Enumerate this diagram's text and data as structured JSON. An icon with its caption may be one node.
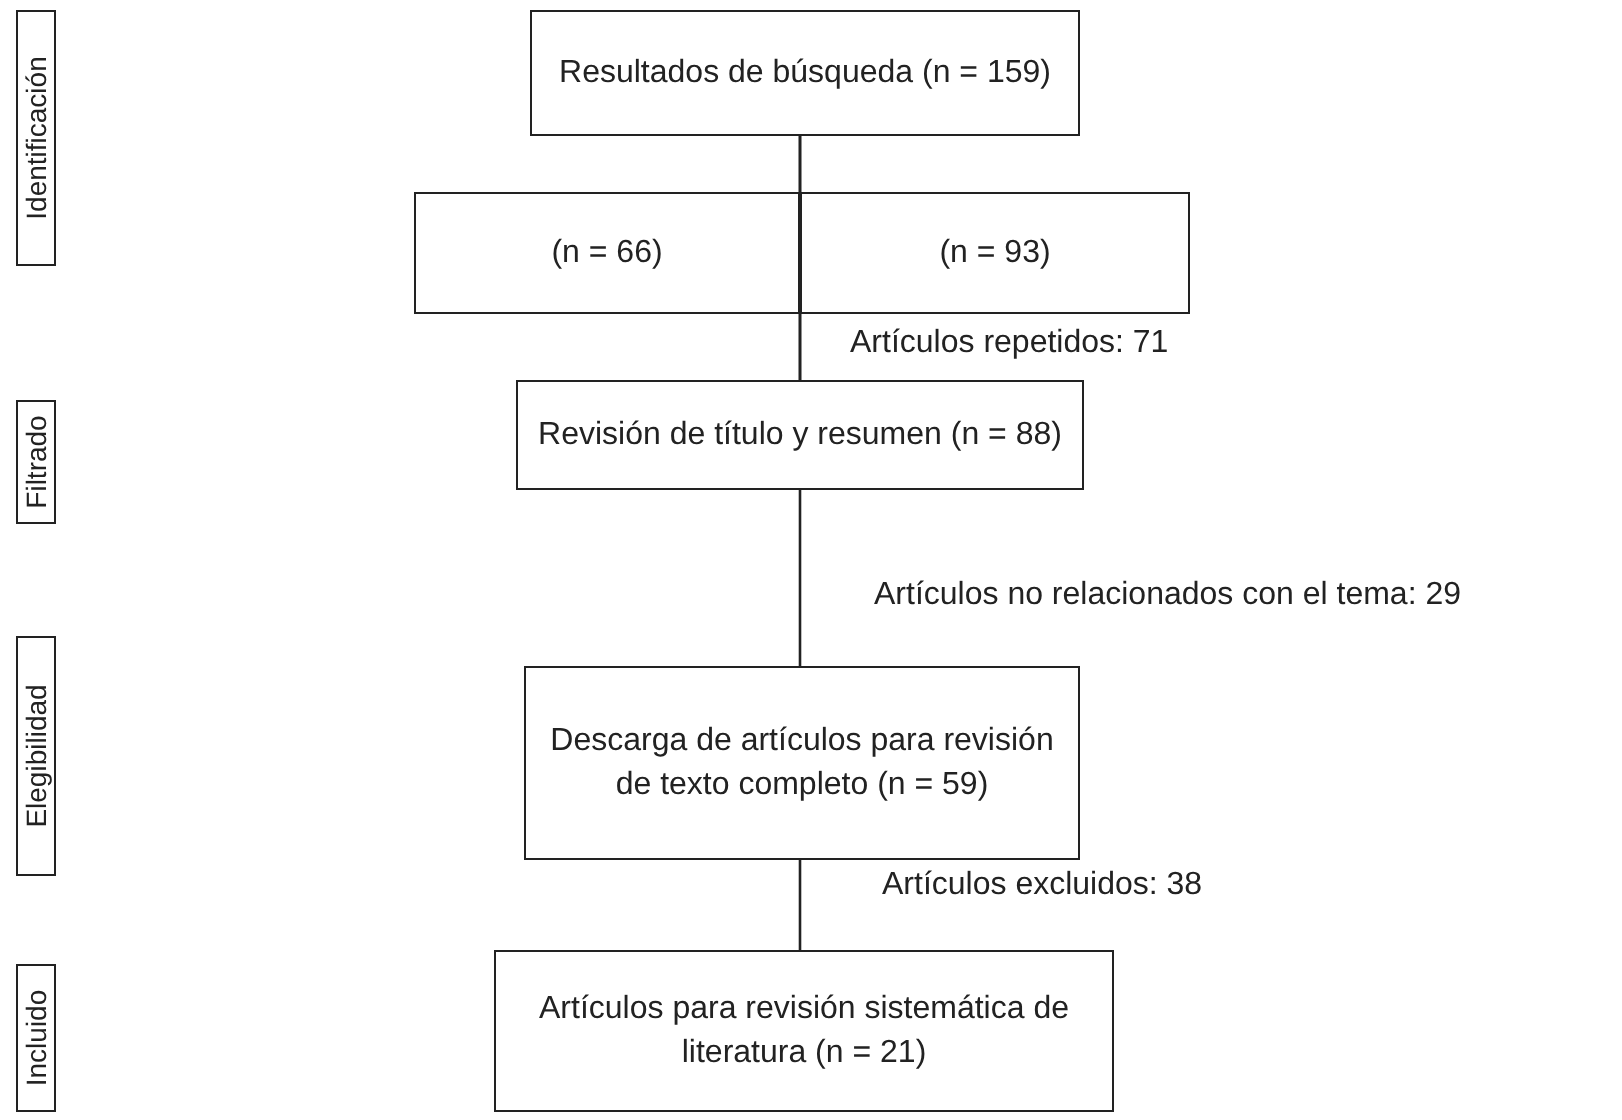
{
  "diagram": {
    "nodes": [
      {
        "text": [
          "Identificación"
        ]
      },
      {
        "text": [
          "Filtrado"
        ]
      },
      {
        "text": [
          "Elegibilidad"
        ]
      },
      {
        "text": [
          "Incluido"
        ]
      },
      {
        "text": [
          "Resultados de búsqueda (n = 159)"
        ]
      },
      {
        "text": [
          "(n = 66)"
        ]
      },
      {
        "text": [
          "(n = 93)"
        ]
      },
      {
        "text": [
          "Revisión de título y resumen (n = 88)"
        ]
      },
      {
        "text": [
          "Descarga de artículos para revisión de texto completo (n = 59)"
        ]
      },
      {
        "text": [
          "Artículos para revisión sistemática de literatura (n = 21)"
        ]
      }
    ],
    "edges": [
      {
        "from": 4,
        "to": 5,
        "arrow": "none"
      },
      {
        "from": 4,
        "to": 6,
        "arrow": "none"
      },
      {
        "from": 5,
        "to": 7,
        "arrow": "none"
      },
      {
        "from": 6,
        "to": 7,
        "arrow": "none"
      },
      {
        "from": 7,
        "to": 8,
        "arrow": "none"
      },
      {
        "from": 8,
        "to": 9,
        "arrow": "none"
      }
    ],
    "labels": [
      "Artículos repetidos: 71",
      "Artículos no relacionados con el tema: 29",
      "Artículos excluidos: 38"
    ]
  }
}
